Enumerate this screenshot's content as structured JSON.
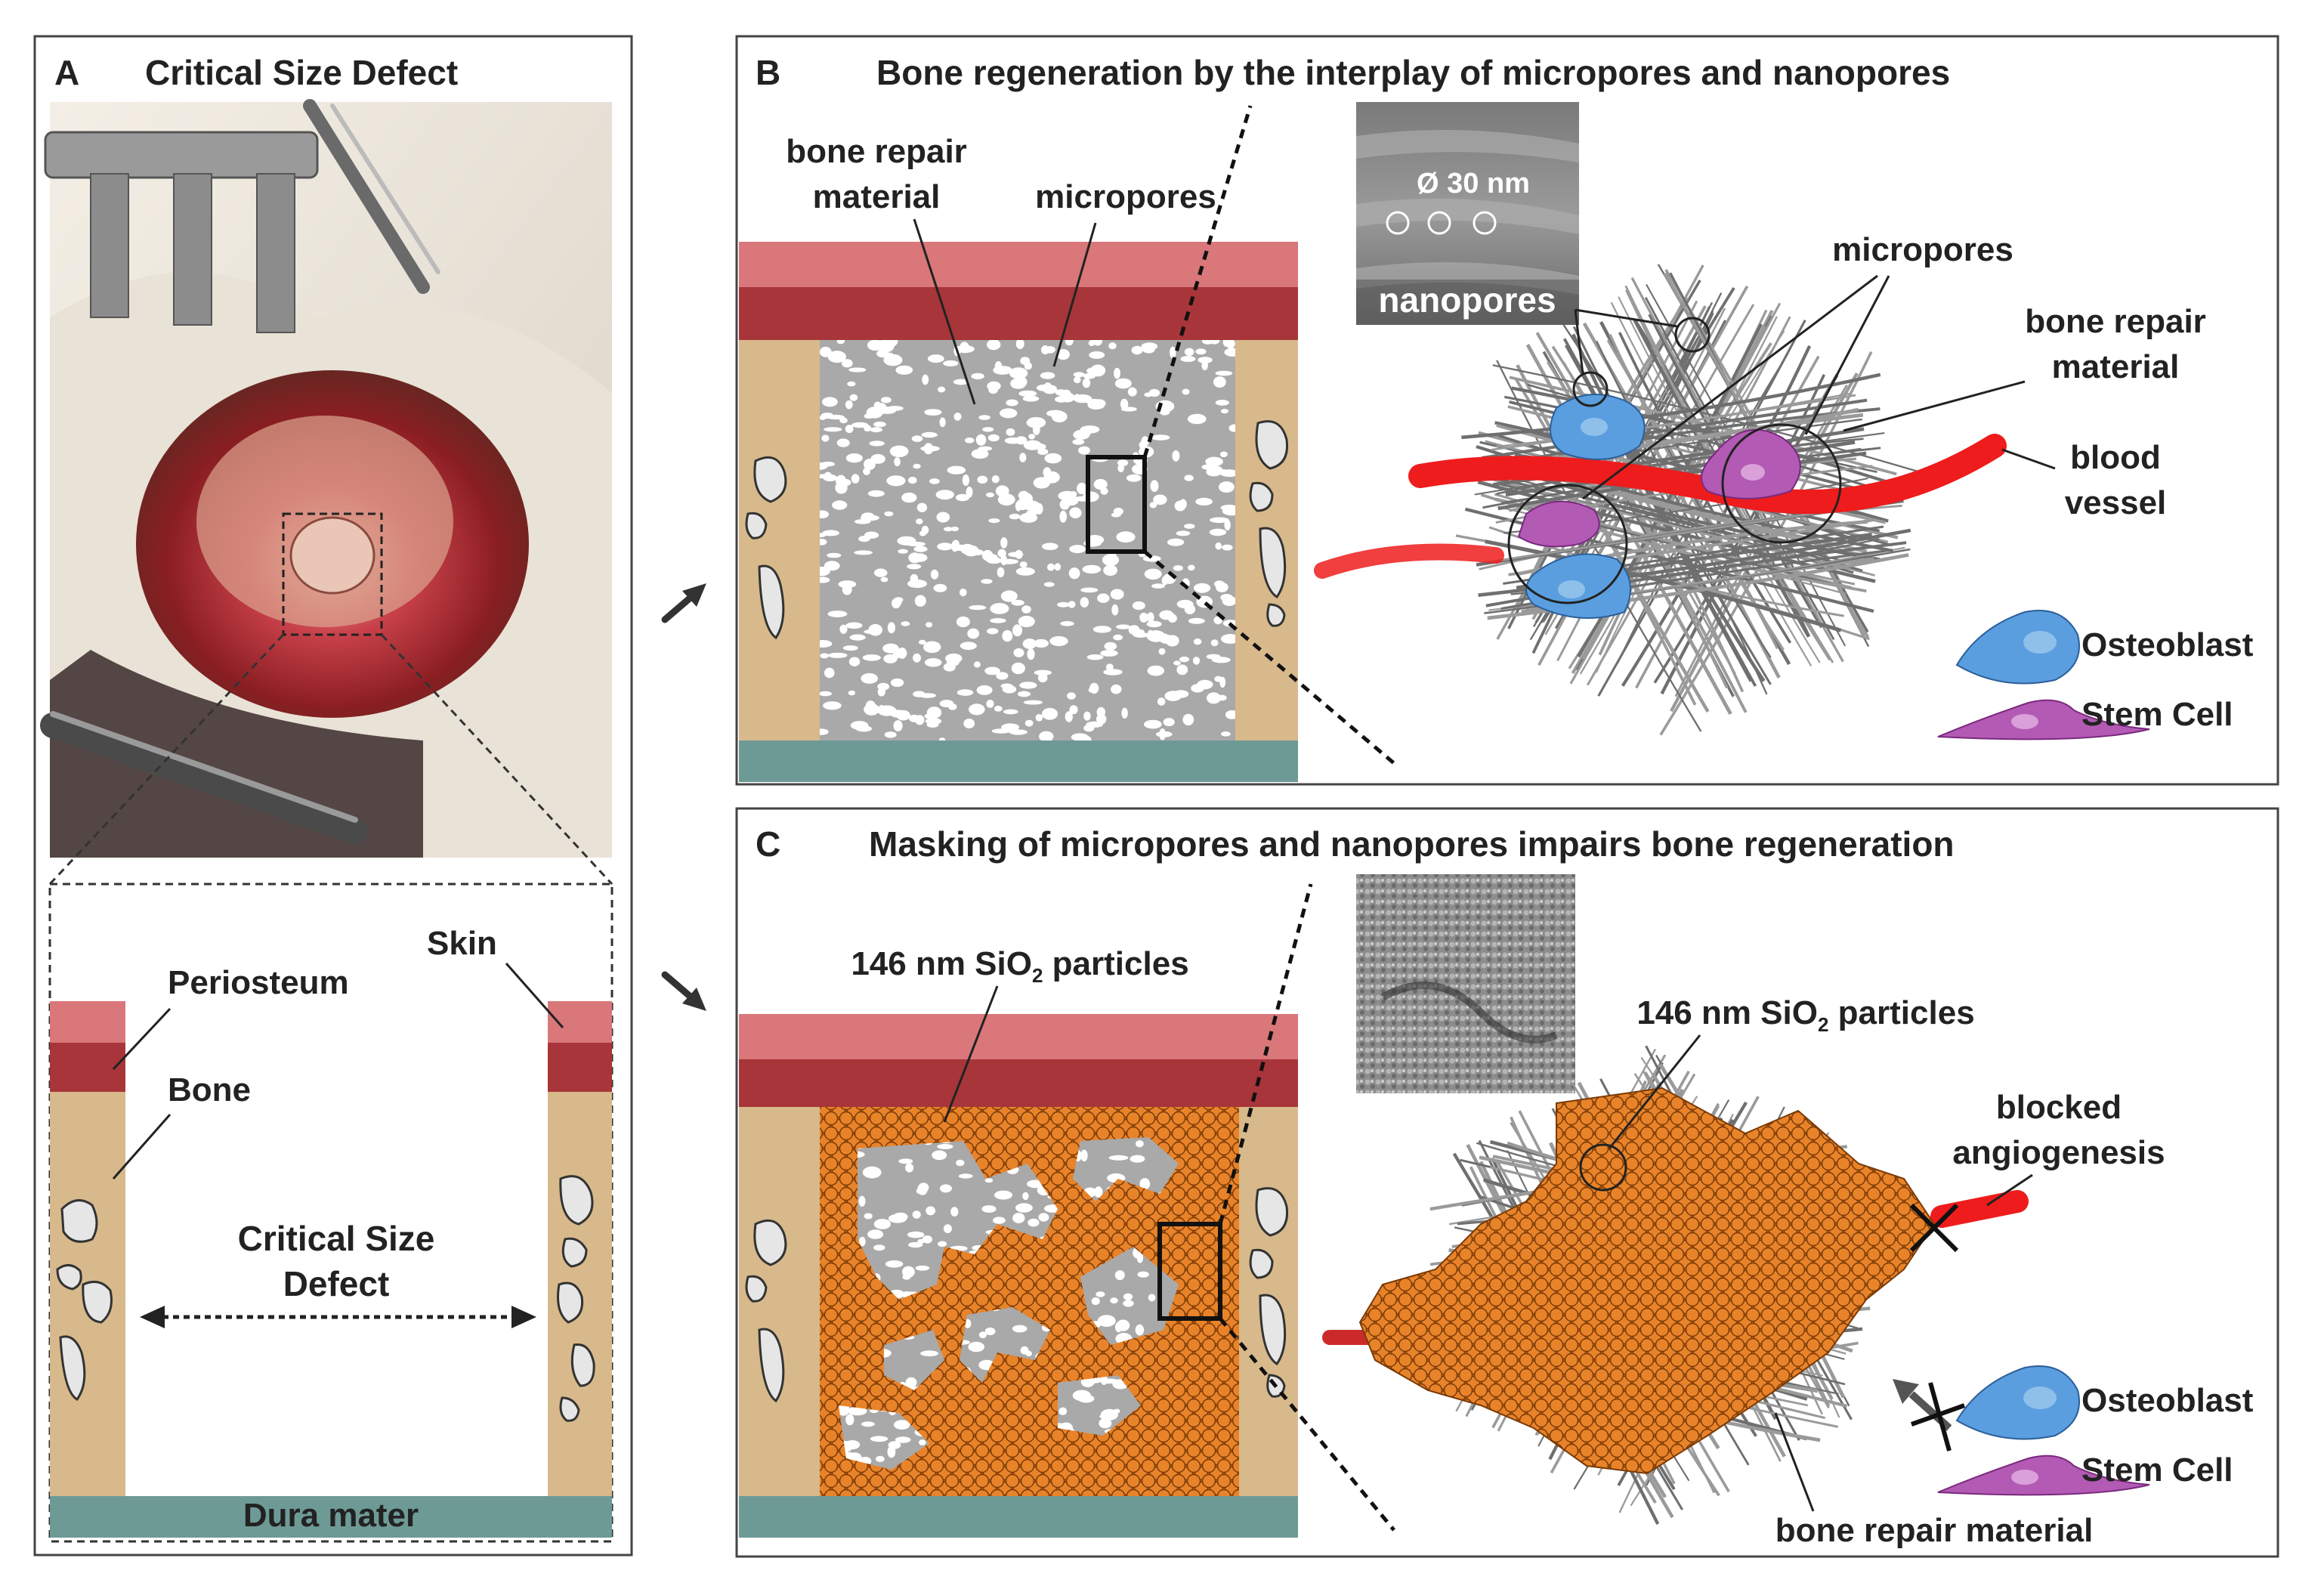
{
  "panelA": {
    "letter": "A",
    "title": "Critical Size Defect",
    "labels": {
      "skin": "Skin",
      "periosteum": "Periosteum",
      "bone": "Bone",
      "defect_line1": "Critical Size",
      "defect_line2": "Defect",
      "dura": "Dura mater"
    }
  },
  "panelB": {
    "letter": "B",
    "title": "Bone regeneration by the interplay of micropores and nanopores",
    "labels": {
      "bone_repair_1": "bone repair",
      "bone_repair_2": "material",
      "micropores": "micropores",
      "nano_diameter": "Ø 30 nm",
      "nanopores": "nanopores",
      "micropores_right": "micropores",
      "bone_repair_right_1": "bone repair",
      "bone_repair_right_2": "material",
      "blood_1": "blood",
      "blood_2": "vessel",
      "osteoblast": "Osteoblast",
      "stem_cell": "Stem Cell"
    }
  },
  "panelC": {
    "letter": "C",
    "title": "Masking of micropores and nanopores impairs bone regeneration",
    "labels": {
      "sio2_left_pre": "146 nm SiO",
      "sio2_sub": "2",
      "sio2_post": " particles",
      "sio2_right_pre": "146 nm SiO",
      "blocked_1": "blocked",
      "blocked_2": "angiogenesis",
      "osteoblast": "Osteoblast",
      "stem_cell": "Stem Cell",
      "bone_repair": "bone repair material"
    }
  },
  "colors": {
    "skin": "#d9777a",
    "periosteum": "#a8353a",
    "bone": "#d7b98b",
    "dura": "#6e9a96",
    "material": "#a9a9a9",
    "pore": "#ffffff",
    "sio2": "#e07b1f",
    "fiber": "#777777",
    "vessel": "#ee1c1c",
    "osteoblast": "#5a9ee0",
    "stem_cell": "#b35ab5"
  }
}
